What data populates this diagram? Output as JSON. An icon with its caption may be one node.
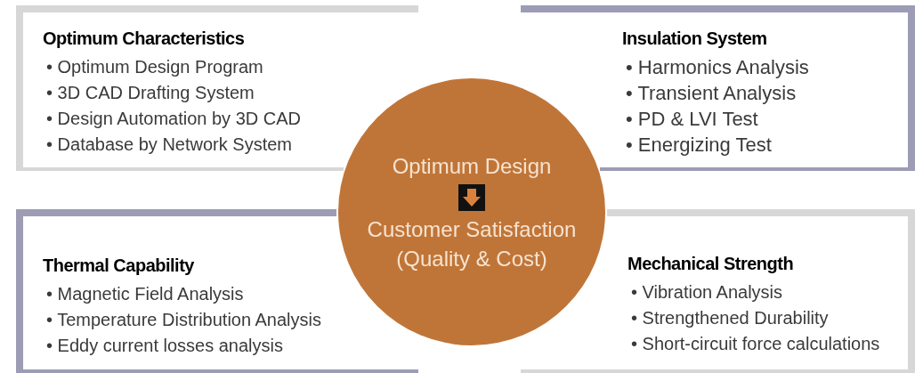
{
  "diagram": {
    "nodes": [
      {
        "text": [
          "Optimum Characteristics",
          "• Optimum Design Program",
          "• 3D CAD Drafting System",
          "• Design Automation by 3D CAD",
          "• Database by Network System"
        ]
      },
      {
        "text": [
          "Insulation System",
          "• Harmonics Analysis",
          "• Transient Analysis",
          "• PD & LVI Test",
          "• Energizing Test"
        ]
      },
      {
        "text": [
          "Optimum Design",
          "Customer Satisfaction (Quality & Cost)"
        ]
      },
      {
        "text": [
          "Thermal Capability",
          "• Magnetic Field Analysis",
          "• Temperature Distribution Analysis",
          "• Eddy current losses analysis"
        ]
      },
      {
        "text": [
          "Mechanical Strength",
          "• Vibration Analysis",
          "• Strengthened Durability",
          "• Short-circuit force calculations"
        ]
      }
    ]
  }
}
